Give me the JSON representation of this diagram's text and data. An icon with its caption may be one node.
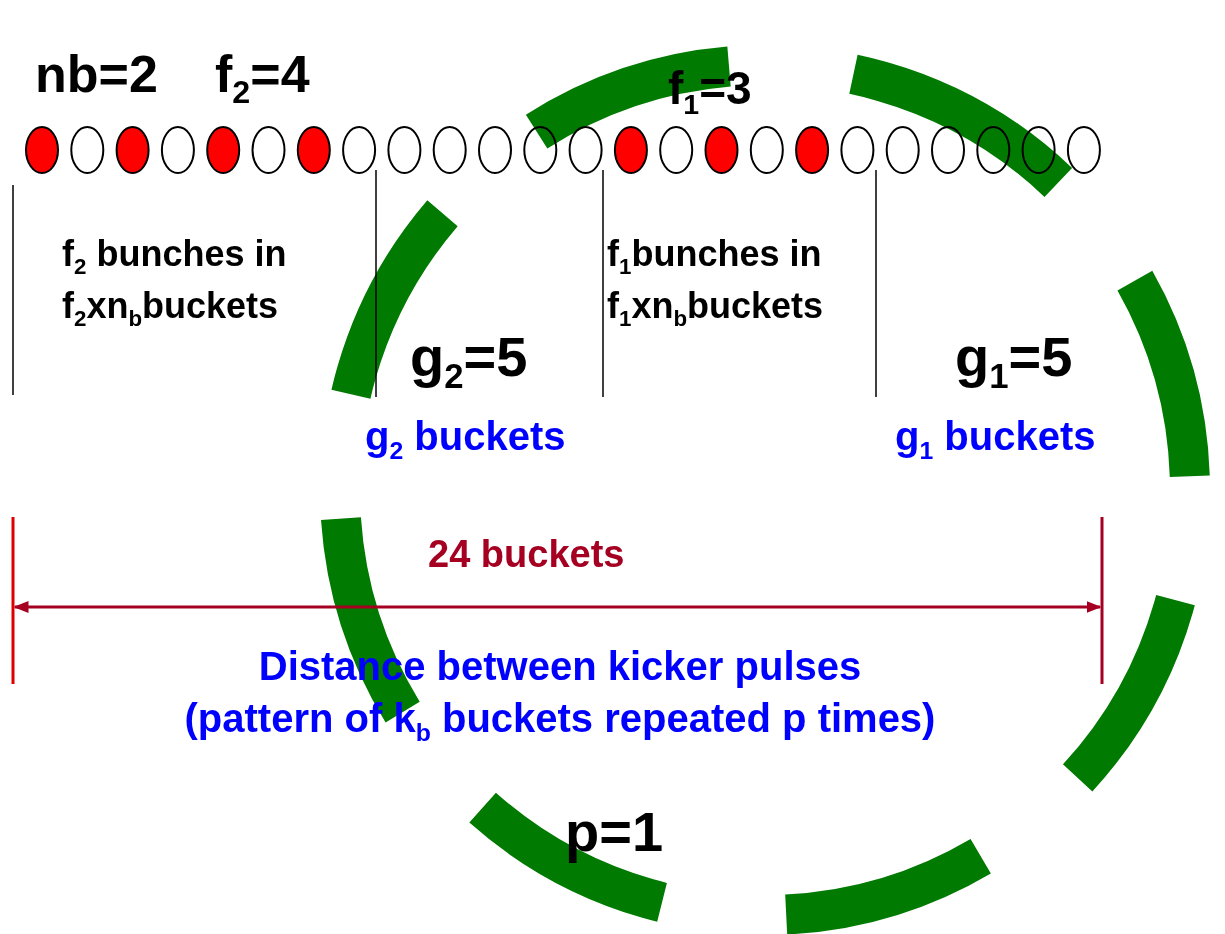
{
  "diagram": {
    "labels": [
      "nb=2",
      "f$_{2}$=4",
      "f$_{1}$=3",
      "f$_{2}$ bunches in f$_{2}$xn$_{b}$buckets",
      "g$_{2}$=5",
      "f$_{1}$bunches in f$_{1}$xn$_{b}$buckets",
      "g$_{1}$=5",
      "g$_{2}$ buckets",
      "g$_{1}$ buckets",
      "24 buckets",
      "Distance between kicker pulses (pattern of k$_{b}$ buckets repeated p times)",
      "p=1"
    ]
  }
}
